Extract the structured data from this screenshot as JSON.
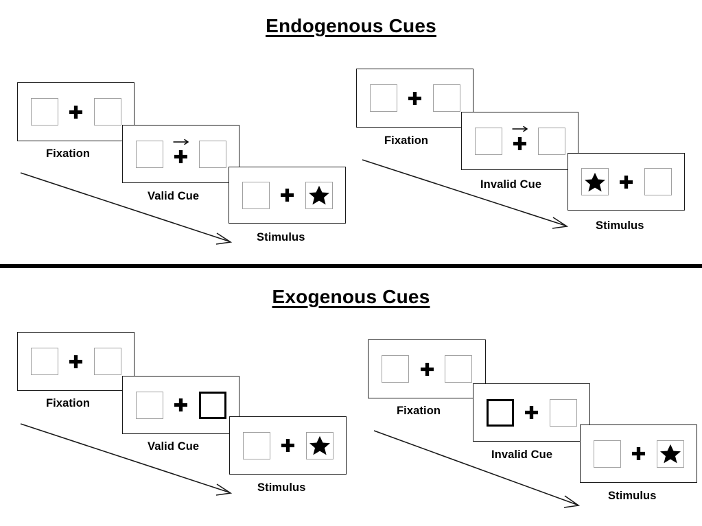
{
  "document": {
    "type": "attention-cueing-paradigm-diagram",
    "background_color": "#ffffff",
    "ink_color": "#000000",
    "slot_border_color": "#a0a0a0",
    "cue_border_color": "#000000"
  },
  "sections": [
    {
      "id": "endogenous",
      "title": "Endogenous Cues",
      "columns": [
        {
          "id": "endogenous-valid",
          "frames": [
            {
              "label": "Fixation",
              "cue": "none",
              "left_box": "empty",
              "right_box": "empty"
            },
            {
              "label": "Valid Cue",
              "cue": "arrow-right",
              "left_box": "empty",
              "right_box": "empty"
            },
            {
              "label": "Stimulus",
              "cue": "none",
              "left_box": "empty",
              "right_box": "star"
            }
          ]
        },
        {
          "id": "endogenous-invalid",
          "frames": [
            {
              "label": "Fixation",
              "cue": "none",
              "left_box": "empty",
              "right_box": "empty"
            },
            {
              "label": "Invalid Cue",
              "cue": "arrow-right",
              "left_box": "empty",
              "right_box": "empty"
            },
            {
              "label": "Stimulus",
              "cue": "none",
              "left_box": "star",
              "right_box": "empty"
            }
          ]
        }
      ]
    },
    {
      "id": "exogenous",
      "title": "Exogenous Cues",
      "columns": [
        {
          "id": "exogenous-valid",
          "frames": [
            {
              "label": "Fixation",
              "cue": "none",
              "left_box": "empty",
              "right_box": "empty"
            },
            {
              "label": "Valid Cue",
              "cue": "box-flash-right",
              "left_box": "empty",
              "right_box": "cued"
            },
            {
              "label": "Stimulus",
              "cue": "none",
              "left_box": "empty",
              "right_box": "star"
            }
          ]
        },
        {
          "id": "exogenous-invalid",
          "frames": [
            {
              "label": "Fixation",
              "cue": "none",
              "left_box": "empty",
              "right_box": "empty"
            },
            {
              "label": "Invalid Cue",
              "cue": "box-flash-left",
              "left_box": "cued",
              "right_box": "empty"
            },
            {
              "label": "Stimulus",
              "cue": "none",
              "left_box": "empty",
              "right_box": "star"
            }
          ]
        }
      ]
    }
  ],
  "icons": {
    "fixation_cross": "plus-icon",
    "target": "star-icon",
    "endogenous_cue": "arrow-right-icon",
    "flow": "diagonal-arrow-icon"
  }
}
